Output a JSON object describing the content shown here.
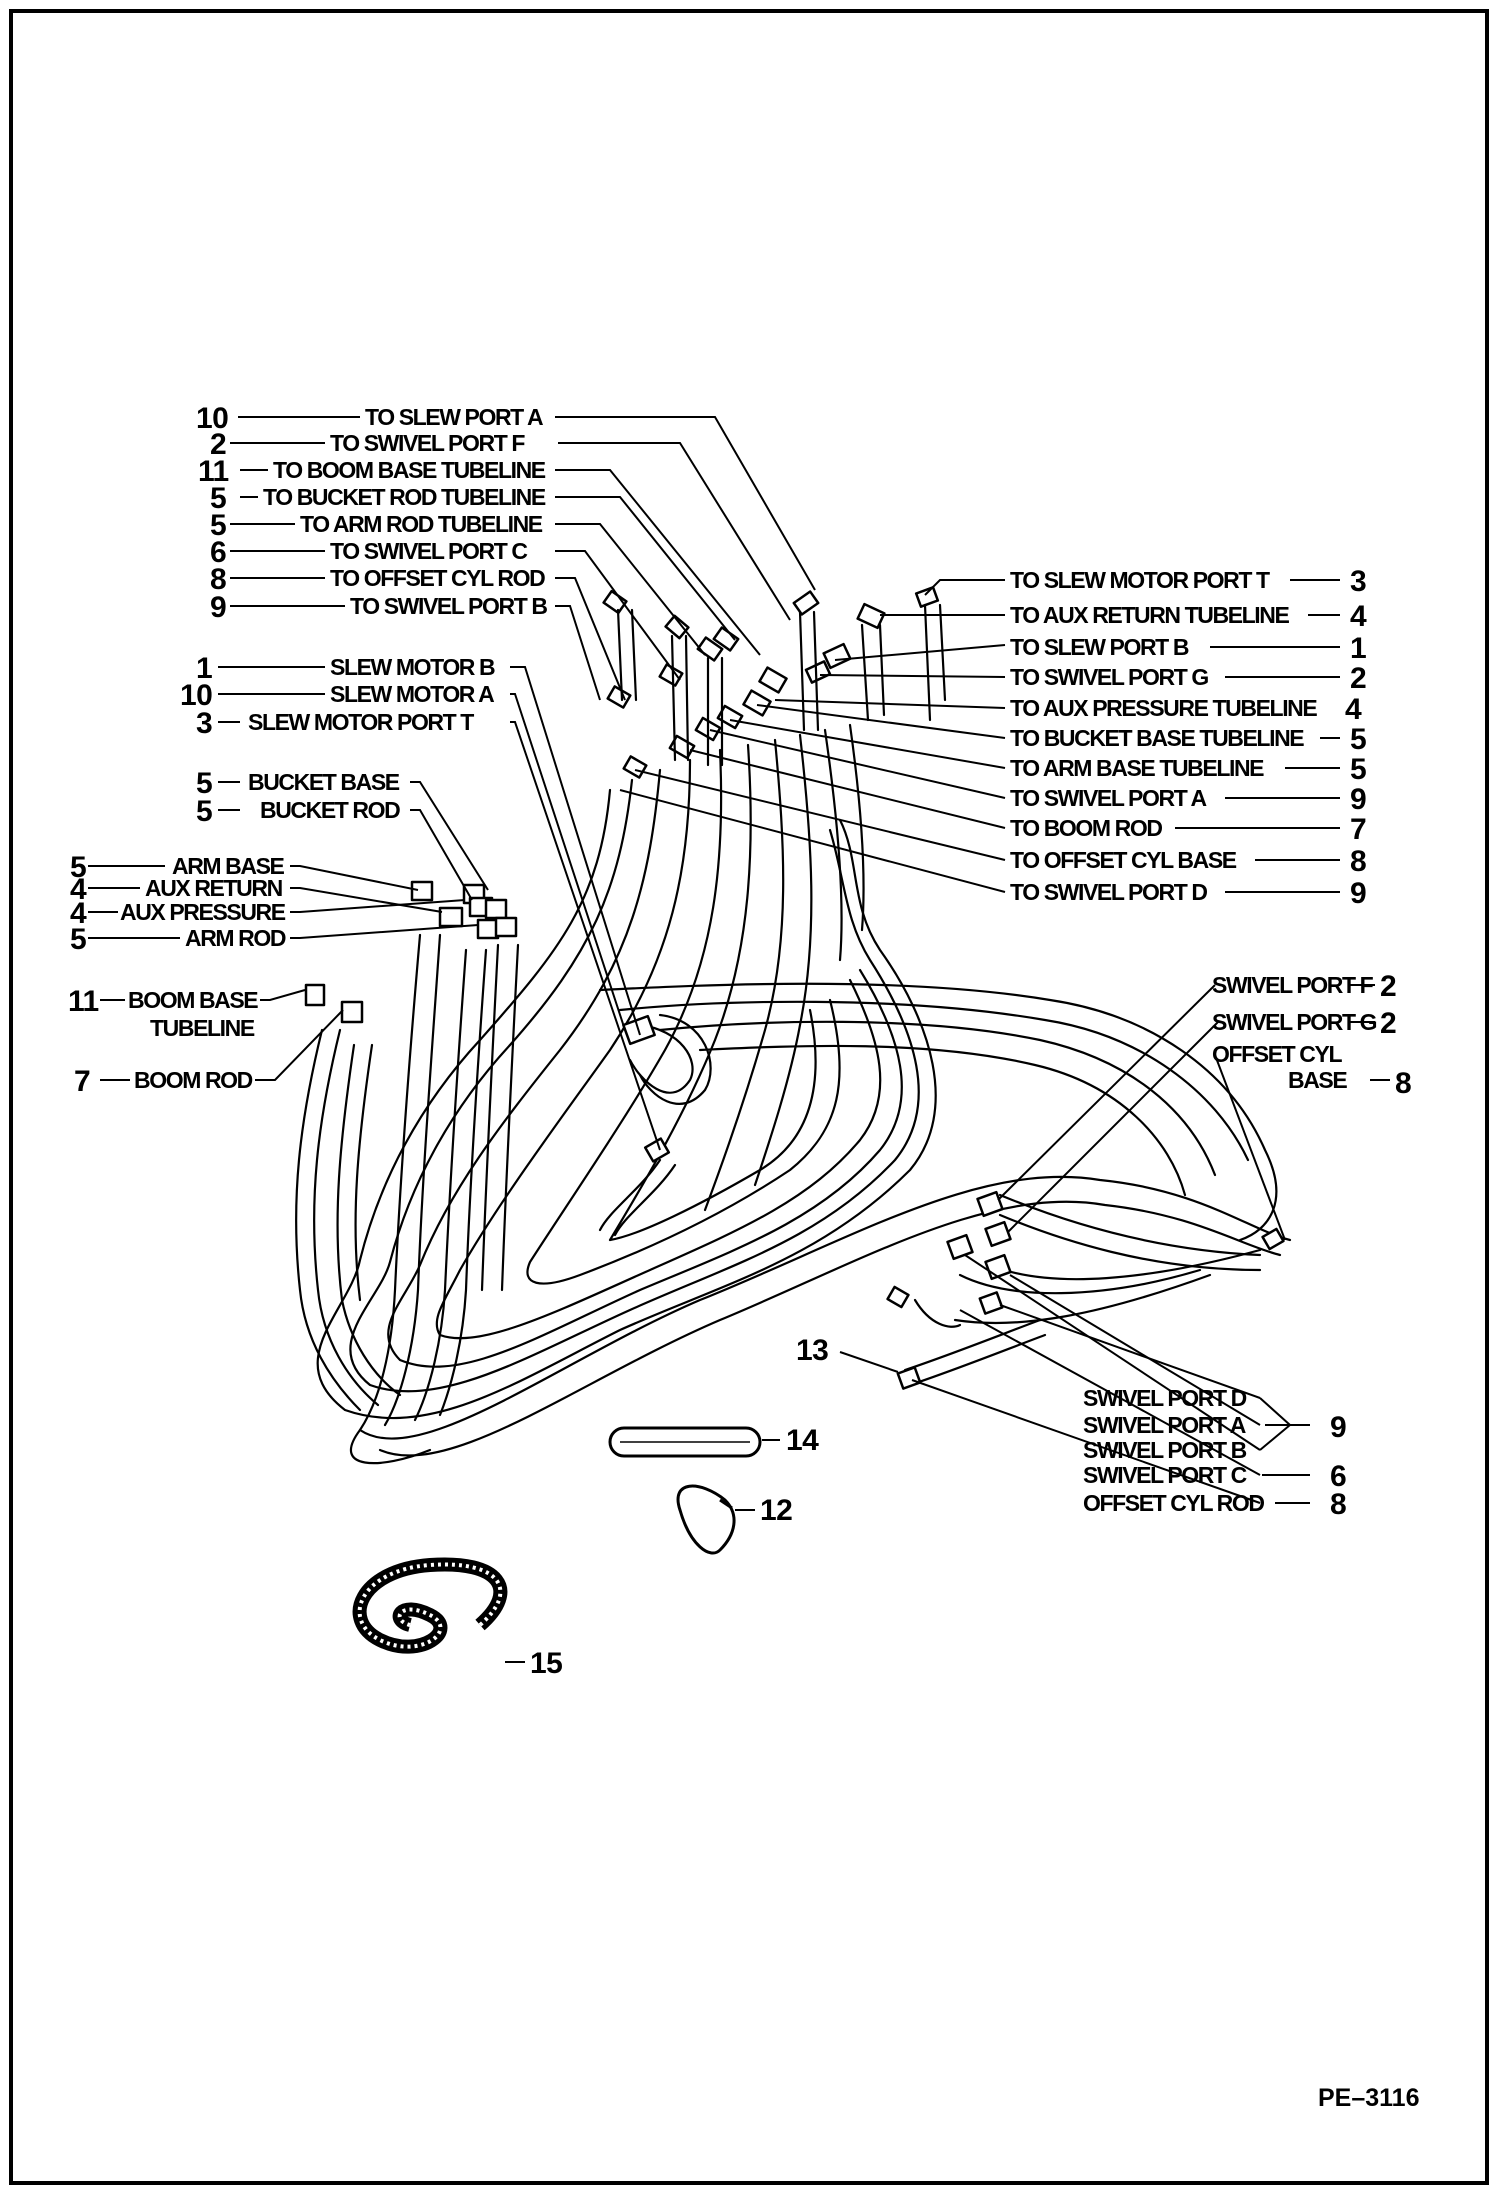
{
  "callouts": {
    "c10_slew_port_a": {
      "num": "10",
      "text": "TO SLEW PORT A"
    },
    "c2_swivel_port_f": {
      "num": "2",
      "text": "TO SWIVEL PORT F"
    },
    "c11_boom_base_tubeline": {
      "num": "11",
      "text": "TO BOOM BASE TUBELINE"
    },
    "c5_bucket_rod_tubeline": {
      "num": "5",
      "text": "TO BUCKET ROD TUBELINE"
    },
    "c5_arm_rod_tubeline": {
      "num": "5",
      "text": "TO ARM ROD TUBELINE"
    },
    "c6_swivel_port_c": {
      "num": "6",
      "text": "TO SWIVEL PORT C"
    },
    "c8_offset_cyl_rod": {
      "num": "8",
      "text": "TO OFFSET CYL ROD"
    },
    "c9_swivel_port_b": {
      "num": "9",
      "text": "TO SWIVEL PORT B"
    },
    "c1_slew_motor_b": {
      "num": "1",
      "text": "SLEW MOTOR B"
    },
    "c10_slew_motor_a": {
      "num": "10",
      "text": "SLEW MOTOR A"
    },
    "c3_slew_motor_port_t": {
      "num": "3",
      "text": "SLEW MOTOR PORT T"
    },
    "c5_bucket_base": {
      "num": "5",
      "text": "BUCKET BASE"
    },
    "c5_bucket_rod": {
      "num": "5",
      "text": "BUCKET ROD"
    },
    "c5_arm_base": {
      "num": "5",
      "text": "ARM BASE"
    },
    "c4_aux_return": {
      "num": "4",
      "text": "AUX RETURN"
    },
    "c4_aux_pressure": {
      "num": "4",
      "text": "AUX PRESSURE"
    },
    "c5_arm_rod": {
      "num": "5",
      "text": "ARM ROD"
    },
    "c11_boom_base": {
      "num": "11",
      "text": "BOOM BASE",
      "text2": "TUBELINE"
    },
    "c7_boom_rod": {
      "num": "7",
      "text": "BOOM ROD"
    },
    "r3_slew_motor_port_t": {
      "num": "3",
      "text": "TO SLEW MOTOR PORT T"
    },
    "r4_aux_return_tubeline": {
      "num": "4",
      "text": "TO AUX RETURN TUBELINE"
    },
    "r1_slew_port_b": {
      "num": "1",
      "text": "TO SLEW PORT B"
    },
    "r2_swivel_port_g": {
      "num": "2",
      "text": "TO SWIVEL PORT G"
    },
    "r4_aux_pressure_tubeline": {
      "num": "4",
      "text": "TO AUX PRESSURE TUBELINE"
    },
    "r5_bucket_base_tubeline": {
      "num": "5",
      "text": "TO BUCKET BASE TUBELINE"
    },
    "r5_arm_base_tubeline": {
      "num": "5",
      "text": "TO ARM BASE TUBELINE"
    },
    "r9_swivel_port_a": {
      "num": "9",
      "text": "TO SWIVEL PORT A"
    },
    "r7_boom_rod": {
      "num": "7",
      "text": "TO BOOM ROD"
    },
    "r8_offset_cyl_base": {
      "num": "8",
      "text": "TO OFFSET CYL BASE"
    },
    "r9_swivel_port_d": {
      "num": "9",
      "text": "TO SWIVEL PORT D"
    },
    "s2_swivel_port_f": {
      "num": "2",
      "text": "SWIVEL PORT F"
    },
    "s2_swivel_port_g": {
      "num": "2",
      "text": "SWIVEL PORT G"
    },
    "s8_offset_cyl_base": {
      "num": "8",
      "text": "OFFSET CYL",
      "text2": "BASE"
    },
    "b9_swivel_ports": {
      "num": "9",
      "text_d": "SWIVEL PORT D",
      "text_a": "SWIVEL PORT A",
      "text_b": "SWIVEL PORT B"
    },
    "b6_swivel_port_c": {
      "num": "6",
      "text": "SWIVEL PORT C"
    },
    "b8_offset_cyl_rod": {
      "num": "8",
      "text": "OFFSET CYL ROD"
    },
    "p13": {
      "num": "13"
    },
    "p14": {
      "num": "14"
    },
    "p12": {
      "num": "12"
    },
    "p15": {
      "num": "15"
    }
  },
  "reference_code": "PE–3116",
  "colors": {
    "ink": "#000000",
    "paper": "#ffffff"
  }
}
